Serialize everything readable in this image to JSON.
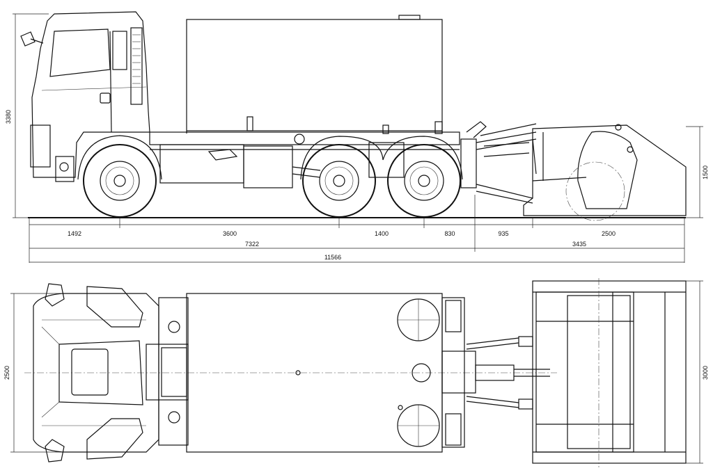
{
  "dimensions": {
    "overall_height": "3380",
    "attachment_height": "1500",
    "front_overhang": "1492",
    "wheelbase": "3600",
    "axle_spacing": "1400",
    "rear_overhang": "830",
    "attachment_offset": "935",
    "attachment_depth": "2500",
    "truck_length": "7322",
    "attachment_length": "3435",
    "overall_length": "11566",
    "vehicle_width": "2500",
    "attachment_width": "3000"
  }
}
